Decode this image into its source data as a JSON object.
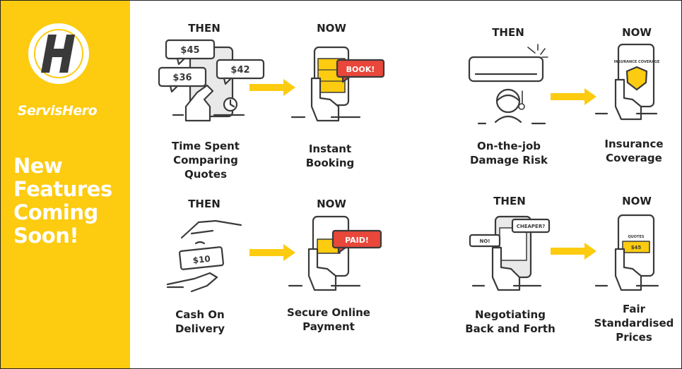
{
  "brand": {
    "name": "ServisHero",
    "logo_letter": "H"
  },
  "headline": [
    "New",
    "Features",
    "Coming",
    "Soon!"
  ],
  "colors": {
    "accent": "#FDCB10",
    "bubble_red": "#E8473A",
    "ink": "#3a3a3a"
  },
  "then_label": "THEN",
  "now_label": "NOW",
  "panels": [
    {
      "then_caption": [
        "Time Spent",
        "Comparing",
        "Quotes"
      ],
      "now_caption": [
        "Instant",
        "Booking"
      ],
      "bubbles": [
        "$45",
        "$36",
        "$42"
      ],
      "now_bubble": "BOOK!"
    },
    {
      "then_caption": [
        "On-the-job",
        "Damage Risk"
      ],
      "now_caption": [
        "Insurance",
        "Coverage"
      ],
      "phone_text": "INSURANCE COVERAGE"
    },
    {
      "then_caption": [
        "Cash On",
        "Delivery"
      ],
      "now_caption": [
        "Secure Online",
        "Payment"
      ],
      "bill": "$10",
      "now_bubble": "PAID!"
    },
    {
      "then_caption": [
        "Negotiating",
        "Back and Forth"
      ],
      "now_caption": [
        "Fair",
        "Standardised",
        "Prices"
      ],
      "bubbles": [
        "CHEAPER?",
        "NO!"
      ],
      "phone_title": "QUOTES",
      "phone_price": "$45"
    }
  ]
}
